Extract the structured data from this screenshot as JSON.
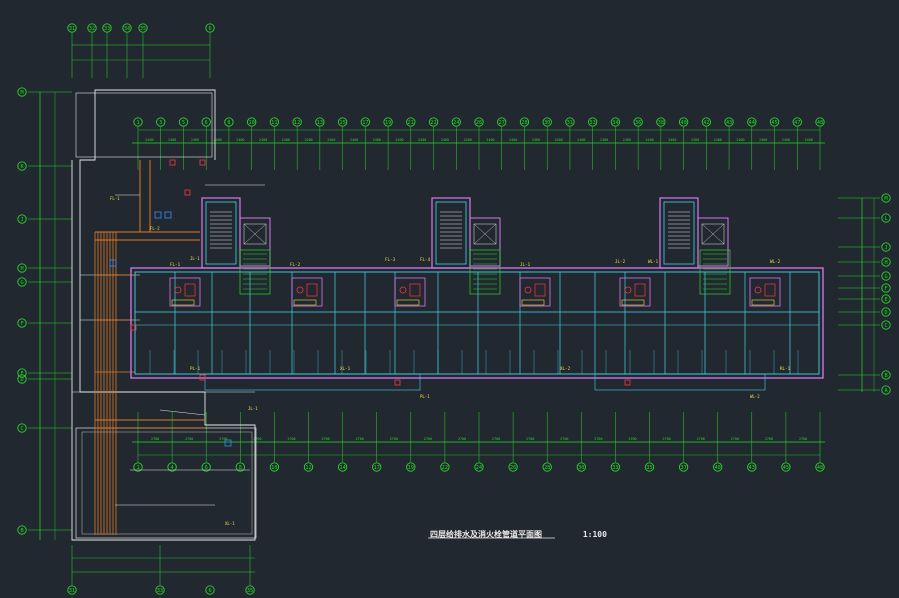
{
  "drawing": {
    "title": "四层给排水及消火栓管道平面图",
    "scale": "1:100"
  },
  "colors": {
    "background": "#212830",
    "axis": "#26d926",
    "wall_outer": "#d878f0",
    "wall_inner": "#3fd6e8",
    "pipe": "#e07a22",
    "white_line": "#e6e6e6",
    "red": "#ff3344",
    "yellow": "#f0e040",
    "blue": "#3a8cff"
  },
  "top_axis_labels": [
    "1",
    "3",
    "5",
    "6",
    "8",
    "10",
    "11",
    "12",
    "13",
    "15",
    "17",
    "19",
    "21",
    "22",
    "24",
    "26",
    "27",
    "28",
    "30",
    "31",
    "33",
    "34",
    "36",
    "38",
    "40",
    "42",
    "43",
    "44",
    "45",
    "47",
    "48"
  ],
  "bottom_axis_labels": [
    "1",
    "4",
    "6",
    "8",
    "10",
    "12",
    "14",
    "17",
    "19",
    "22",
    "24",
    "26",
    "28",
    "30",
    "33",
    "35",
    "37",
    "40",
    "43",
    "45",
    "48"
  ],
  "left_upper_labels": [
    "31",
    "32",
    "33",
    "34",
    "35"
  ],
  "left_bottom_labels": [
    "31",
    "33",
    "35"
  ],
  "left_row_labels": [
    "M",
    "K",
    "J",
    "H",
    "G",
    "F",
    "E",
    "D",
    "C",
    "B"
  ],
  "right_row_labels": [
    "M",
    "L",
    "J",
    "H",
    "G",
    "F",
    "E",
    "D",
    "C",
    "B",
    "A"
  ],
  "tags": [
    "FL-1",
    "FL-2",
    "FL-3",
    "FL-4",
    "JL-1",
    "JL-2",
    "WL-1",
    "WL-2",
    "PL-1",
    "XL-1",
    "XL-2",
    "RL-1"
  ]
}
